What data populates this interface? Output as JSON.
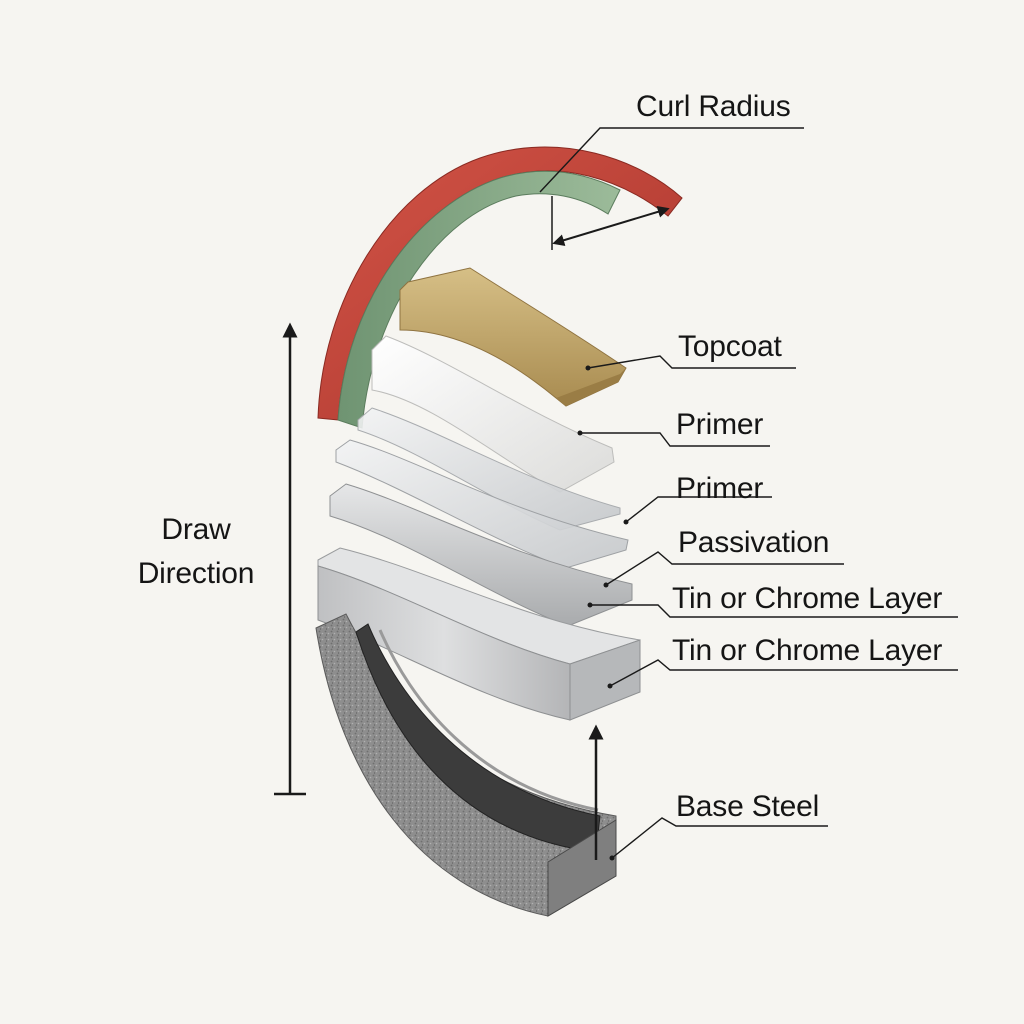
{
  "labels": {
    "curl_radius": "Curl Radius",
    "topcoat": "Topcoat",
    "primer_1": "Primer",
    "primer_2": "Primer",
    "passivation": "Passivation",
    "tin_chrome_1": "Tin or Chrome Layer",
    "tin_chrome_2": "Tin or Chrome Layer",
    "base_steel": "Base Steel",
    "draw_direction_line1": "Draw",
    "draw_direction_line2": "Direction"
  },
  "colors": {
    "background": "#f6f5f1",
    "curl_red": "#c8473b",
    "curl_green": "#7da07e",
    "topcoat_gold": "#bfa468",
    "primer_white": "#ededeb",
    "passivation_glass": "#d8dadb",
    "tin_chrome_silver": "#c9cacc",
    "base_steel_gray": "#8d8d8d",
    "leader_line": "#1a1a1a"
  }
}
